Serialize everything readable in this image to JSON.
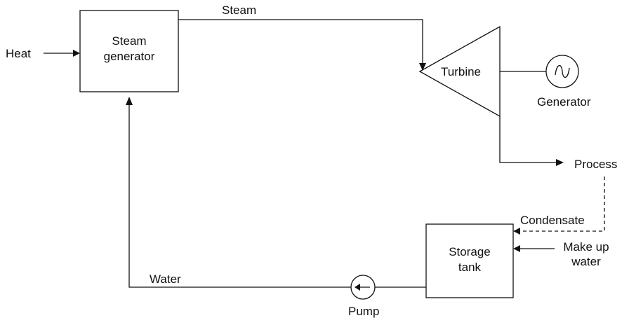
{
  "labels": {
    "heat": "Heat",
    "steam_generator_line1": "Steam",
    "steam_generator_line2": "generator",
    "steam": "Steam",
    "turbine": "Turbine",
    "generator": "Generator",
    "process": "Process",
    "condensate": "Condensate",
    "make_up_line1": "Make up",
    "make_up_line2": "water",
    "storage_line1": "Storage",
    "storage_line2": "tank",
    "water": "Water",
    "pump": "Pump"
  },
  "icons": {
    "generator_symbol": "sine-wave-icon",
    "pump_symbol": "left-arrow-in-circle-icon"
  }
}
